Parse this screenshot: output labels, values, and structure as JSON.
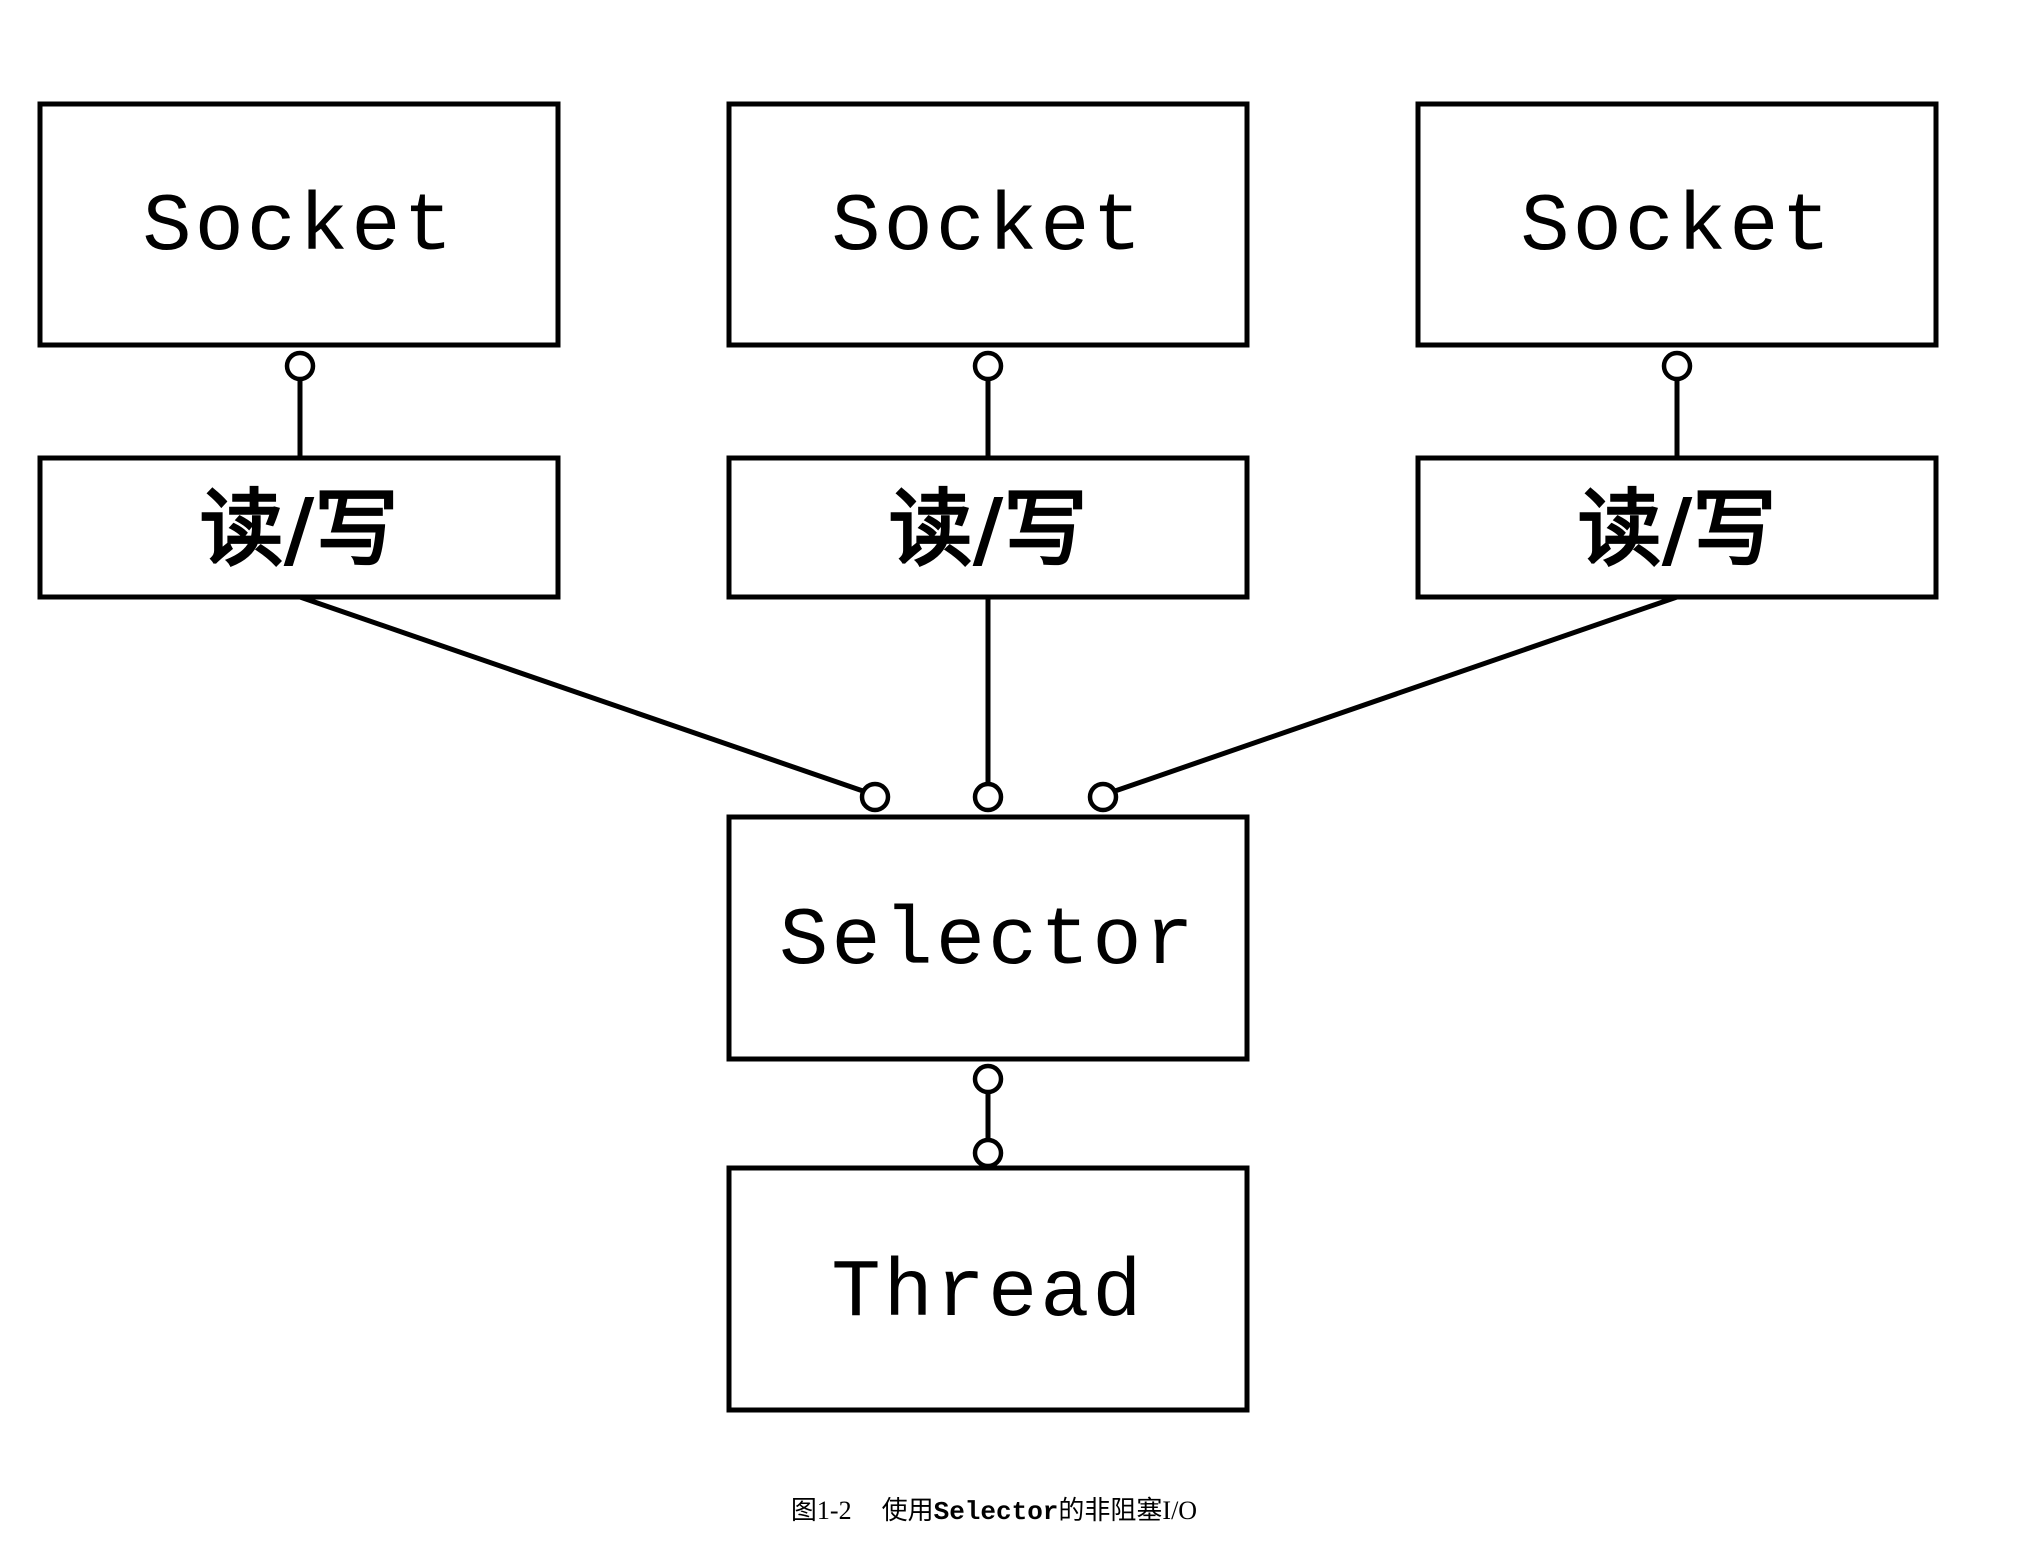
{
  "diagram": {
    "sockets": [
      {
        "label": "Socket"
      },
      {
        "label": "Socket"
      },
      {
        "label": "Socket"
      }
    ],
    "read_write": [
      {
        "label": "读/写"
      },
      {
        "label": "读/写"
      },
      {
        "label": "读/写"
      }
    ],
    "selector": {
      "label": "Selector"
    },
    "thread": {
      "label": "Thread"
    }
  },
  "caption": {
    "figure_number": "图1-2",
    "prefix": "使用",
    "code": "Selector",
    "suffix": "的非阻塞I/O"
  }
}
